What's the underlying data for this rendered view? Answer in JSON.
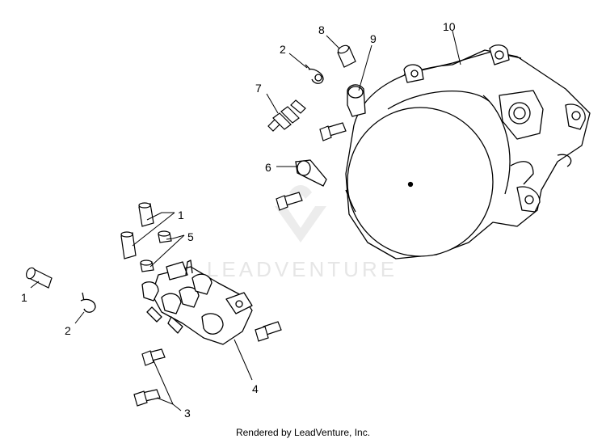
{
  "callouts": [
    "1",
    "1",
    "2",
    "2",
    "3",
    "4",
    "5",
    "6",
    "7",
    "8",
    "9",
    "10"
  ],
  "watermark_text": "LEADVENTURE",
  "footer_text": "Rendered by LeadVenture, Inc.",
  "colors": {
    "line": "#000000",
    "watermark": "#e6e6e6",
    "background": "#ffffff"
  }
}
